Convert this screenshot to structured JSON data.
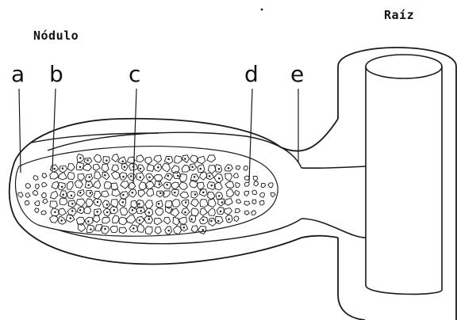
{
  "labels": {
    "nodule": "Nódulo",
    "root": "Raíz",
    "a": "a",
    "b": "b",
    "c": "c",
    "d": "d",
    "e": "e"
  },
  "colors": {
    "stroke": "#1a1a1a",
    "paper": "#ffffff"
  }
}
